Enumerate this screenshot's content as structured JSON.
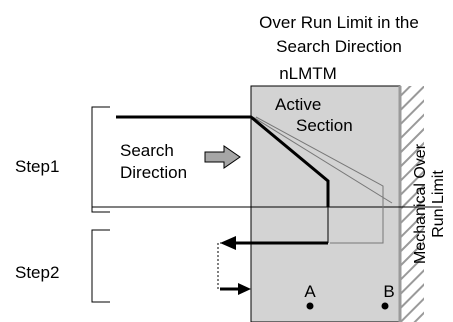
{
  "labels": {
    "over_run_limit_line1": "Over Run Limit in the",
    "over_run_limit_line2": "Search Direction",
    "nlmtm": "nLMTM",
    "active_line1": "Active",
    "active_line2": "Section",
    "step1": "Step1",
    "step2": "Step2",
    "search_line1": "Search",
    "search_line2": "Direction",
    "mechanical_line1": "Mechanical Over",
    "mechanical_line2": "Run Limit",
    "point_a": "A",
    "point_b": "B"
  },
  "colors": {
    "active_section_fill": "#d3d3d3",
    "search_arrow_fill": "#a6a6a6",
    "hatch_stroke": "#9a9a9a",
    "line": "#000000",
    "thin_guide": "#777777"
  },
  "icons": {
    "search_direction": "right-arrow-icon",
    "limit_wall": "hatched-wall-icon"
  }
}
